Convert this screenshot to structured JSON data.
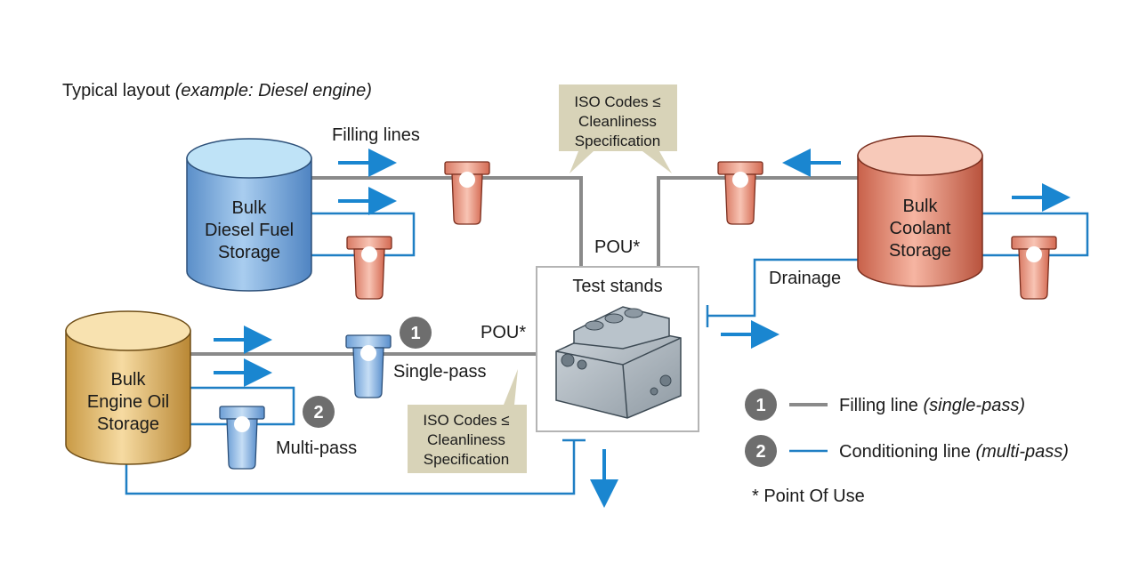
{
  "title": {
    "main": "Typical layout",
    "example": "(example: Diesel engine)"
  },
  "tanks": {
    "diesel": [
      "Bulk",
      "Diesel Fuel",
      "Storage"
    ],
    "coolant": [
      "Bulk",
      "Coolant",
      "Storage"
    ],
    "oil": [
      "Bulk",
      "Engine Oil",
      "Storage"
    ]
  },
  "labels": {
    "filling_lines": "Filling lines",
    "test_stands": "Test stands",
    "pou_top": "POU*",
    "pou_left": "POU*",
    "drainage": "Drainage",
    "single_pass": "Single-pass",
    "multi_pass": "Multi-pass",
    "marker_1": "1",
    "marker_2": "2"
  },
  "callouts": {
    "top": [
      "ISO Codes ≤",
      "Cleanliness",
      "Specification"
    ],
    "bottom": [
      "ISO Codes ≤",
      "Cleanliness",
      "Specification"
    ]
  },
  "legend": {
    "item1_num": "1",
    "item1_text": "Filling line",
    "item1_italic": "(single-pass)",
    "item2_num": "2",
    "item2_text": "Conditioning line",
    "item2_italic": "(multi-pass)",
    "footnote": "*  Point Of Use"
  },
  "colors": {
    "filling_line": "#8a8a8a",
    "conditioning_line": "#1f7fc4",
    "arrow": "#1a86d0",
    "callout_bg": "#d8d3b8",
    "marker": "#6e6e6e"
  }
}
